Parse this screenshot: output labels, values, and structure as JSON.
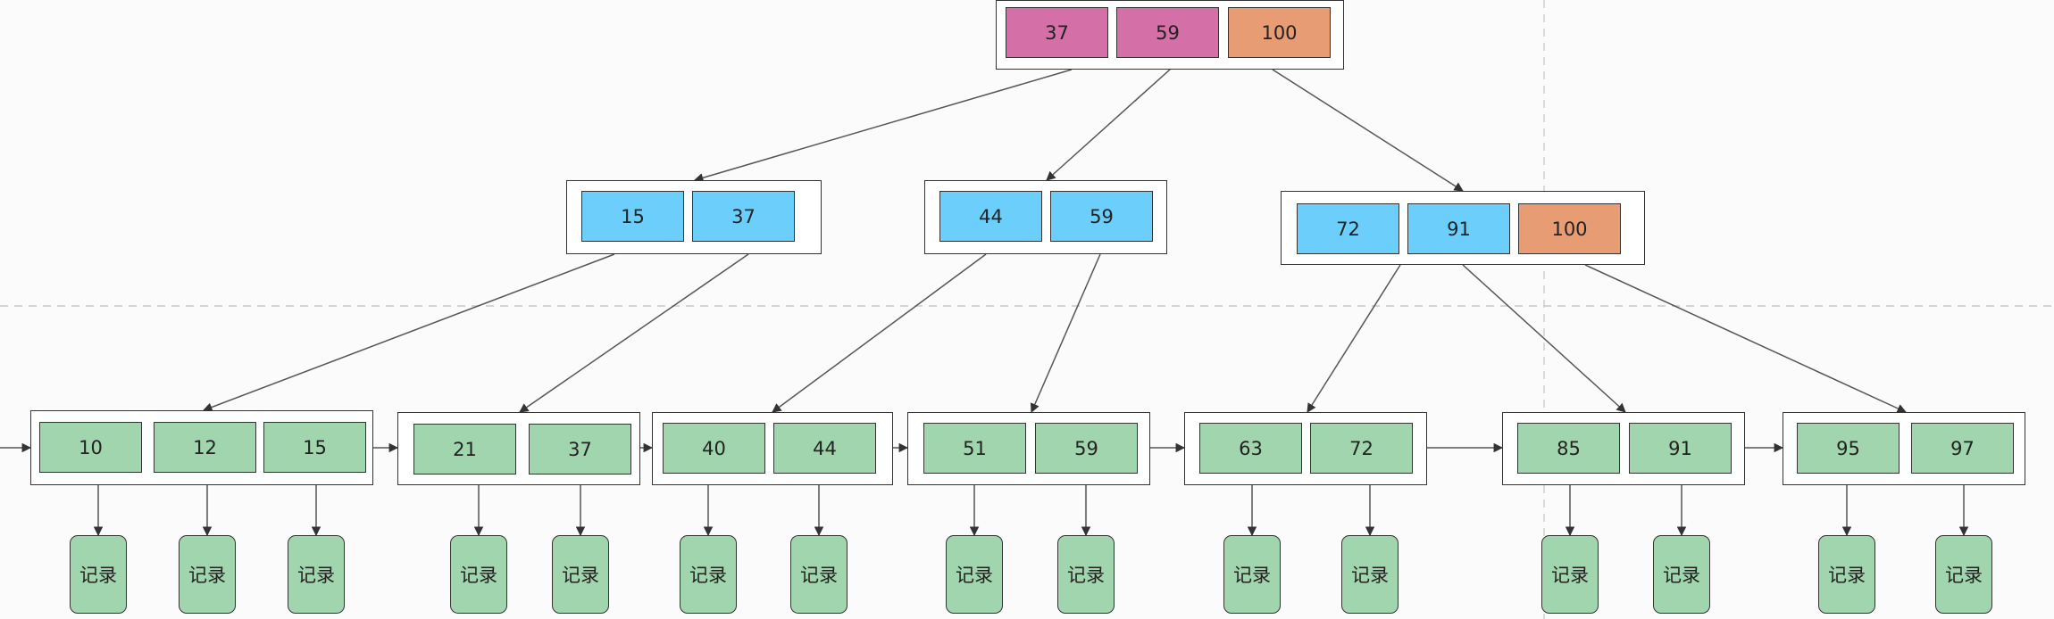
{
  "colors": {
    "root_key": "#d46fa8",
    "root_max": "#e89c74",
    "internal_key": "#6ccffb",
    "internal_max": "#e89c74",
    "leaf_key": "#a1d5ae",
    "record": "#a1d5ae",
    "border": "#333333",
    "edge": "#555555"
  },
  "tree": {
    "root": {
      "keys": [
        "37",
        "59",
        "100"
      ]
    },
    "internal": [
      {
        "keys": [
          "15",
          "37"
        ]
      },
      {
        "keys": [
          "44",
          "59"
        ]
      },
      {
        "keys": [
          "72",
          "91",
          "100"
        ]
      }
    ],
    "leaves": [
      {
        "keys": [
          "10",
          "12",
          "15"
        ]
      },
      {
        "keys": [
          "21",
          "37"
        ]
      },
      {
        "keys": [
          "40",
          "44"
        ]
      },
      {
        "keys": [
          "51",
          "59"
        ]
      },
      {
        "keys": [
          "63",
          "72"
        ]
      },
      {
        "keys": [
          "85",
          "91"
        ]
      },
      {
        "keys": [
          "95",
          "97"
        ]
      }
    ],
    "record_label": "记录"
  }
}
